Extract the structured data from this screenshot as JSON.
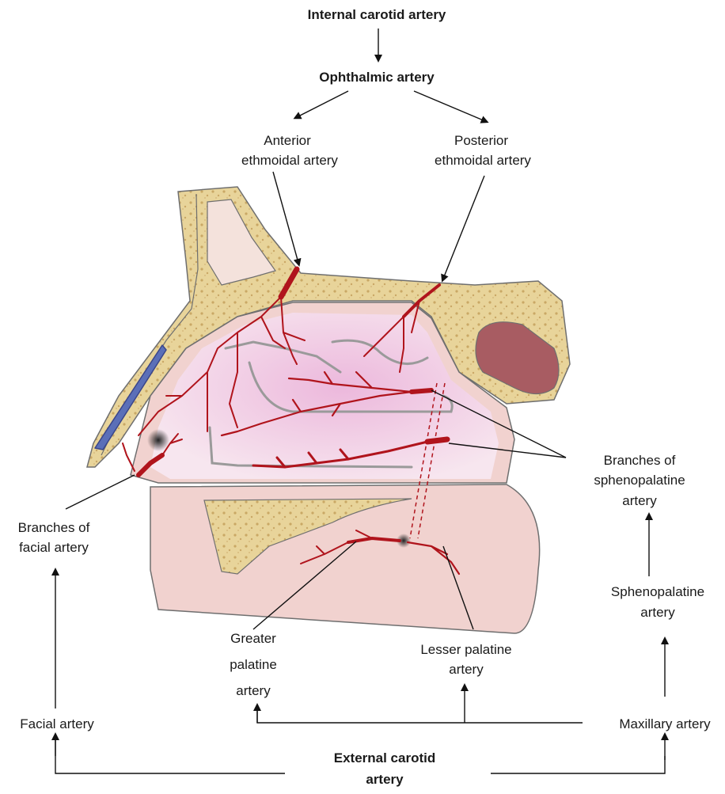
{
  "labels": {
    "internal_carotid": "Internal carotid artery",
    "ophthalmic": "Ophthalmic artery",
    "anterior_ethmoidal_l1": "Anterior",
    "anterior_ethmoidal_l2": "ethmoidal artery",
    "posterior_ethmoidal_l1": "Posterior",
    "posterior_ethmoidal_l2": "ethmoidal artery",
    "sphenopalatine_branches_l1": "Branches of",
    "sphenopalatine_branches_l2": "sphenopalatine",
    "sphenopalatine_branches_l3": "artery",
    "facial_branches_l1": "Branches of",
    "facial_branches_l2": "facial artery",
    "sphenopalatine_l1": "Sphenopalatine",
    "sphenopalatine_l2": "artery",
    "greater_palatine_l1": "Greater",
    "greater_palatine_l2": "palatine",
    "greater_palatine_l3": "artery",
    "lesser_palatine_l1": "Lesser palatine",
    "lesser_palatine_l2": "artery",
    "facial_artery": "Facial artery",
    "maxillary_artery": "Maxillary artery",
    "external_carotid_l1": "External carotid",
    "external_carotid_l2": "artery"
  },
  "colors": {
    "artery": "#b0141c",
    "bone": "#e8d49a",
    "bone_spots": "#c9a865",
    "mucosa": "#f1d2cf",
    "cavity": "#f6dcee",
    "sinus": "#a85c62",
    "cartilage": "#5b6fb8",
    "turbinate": "#9a9a9a",
    "outline": "#6f6f6f"
  }
}
